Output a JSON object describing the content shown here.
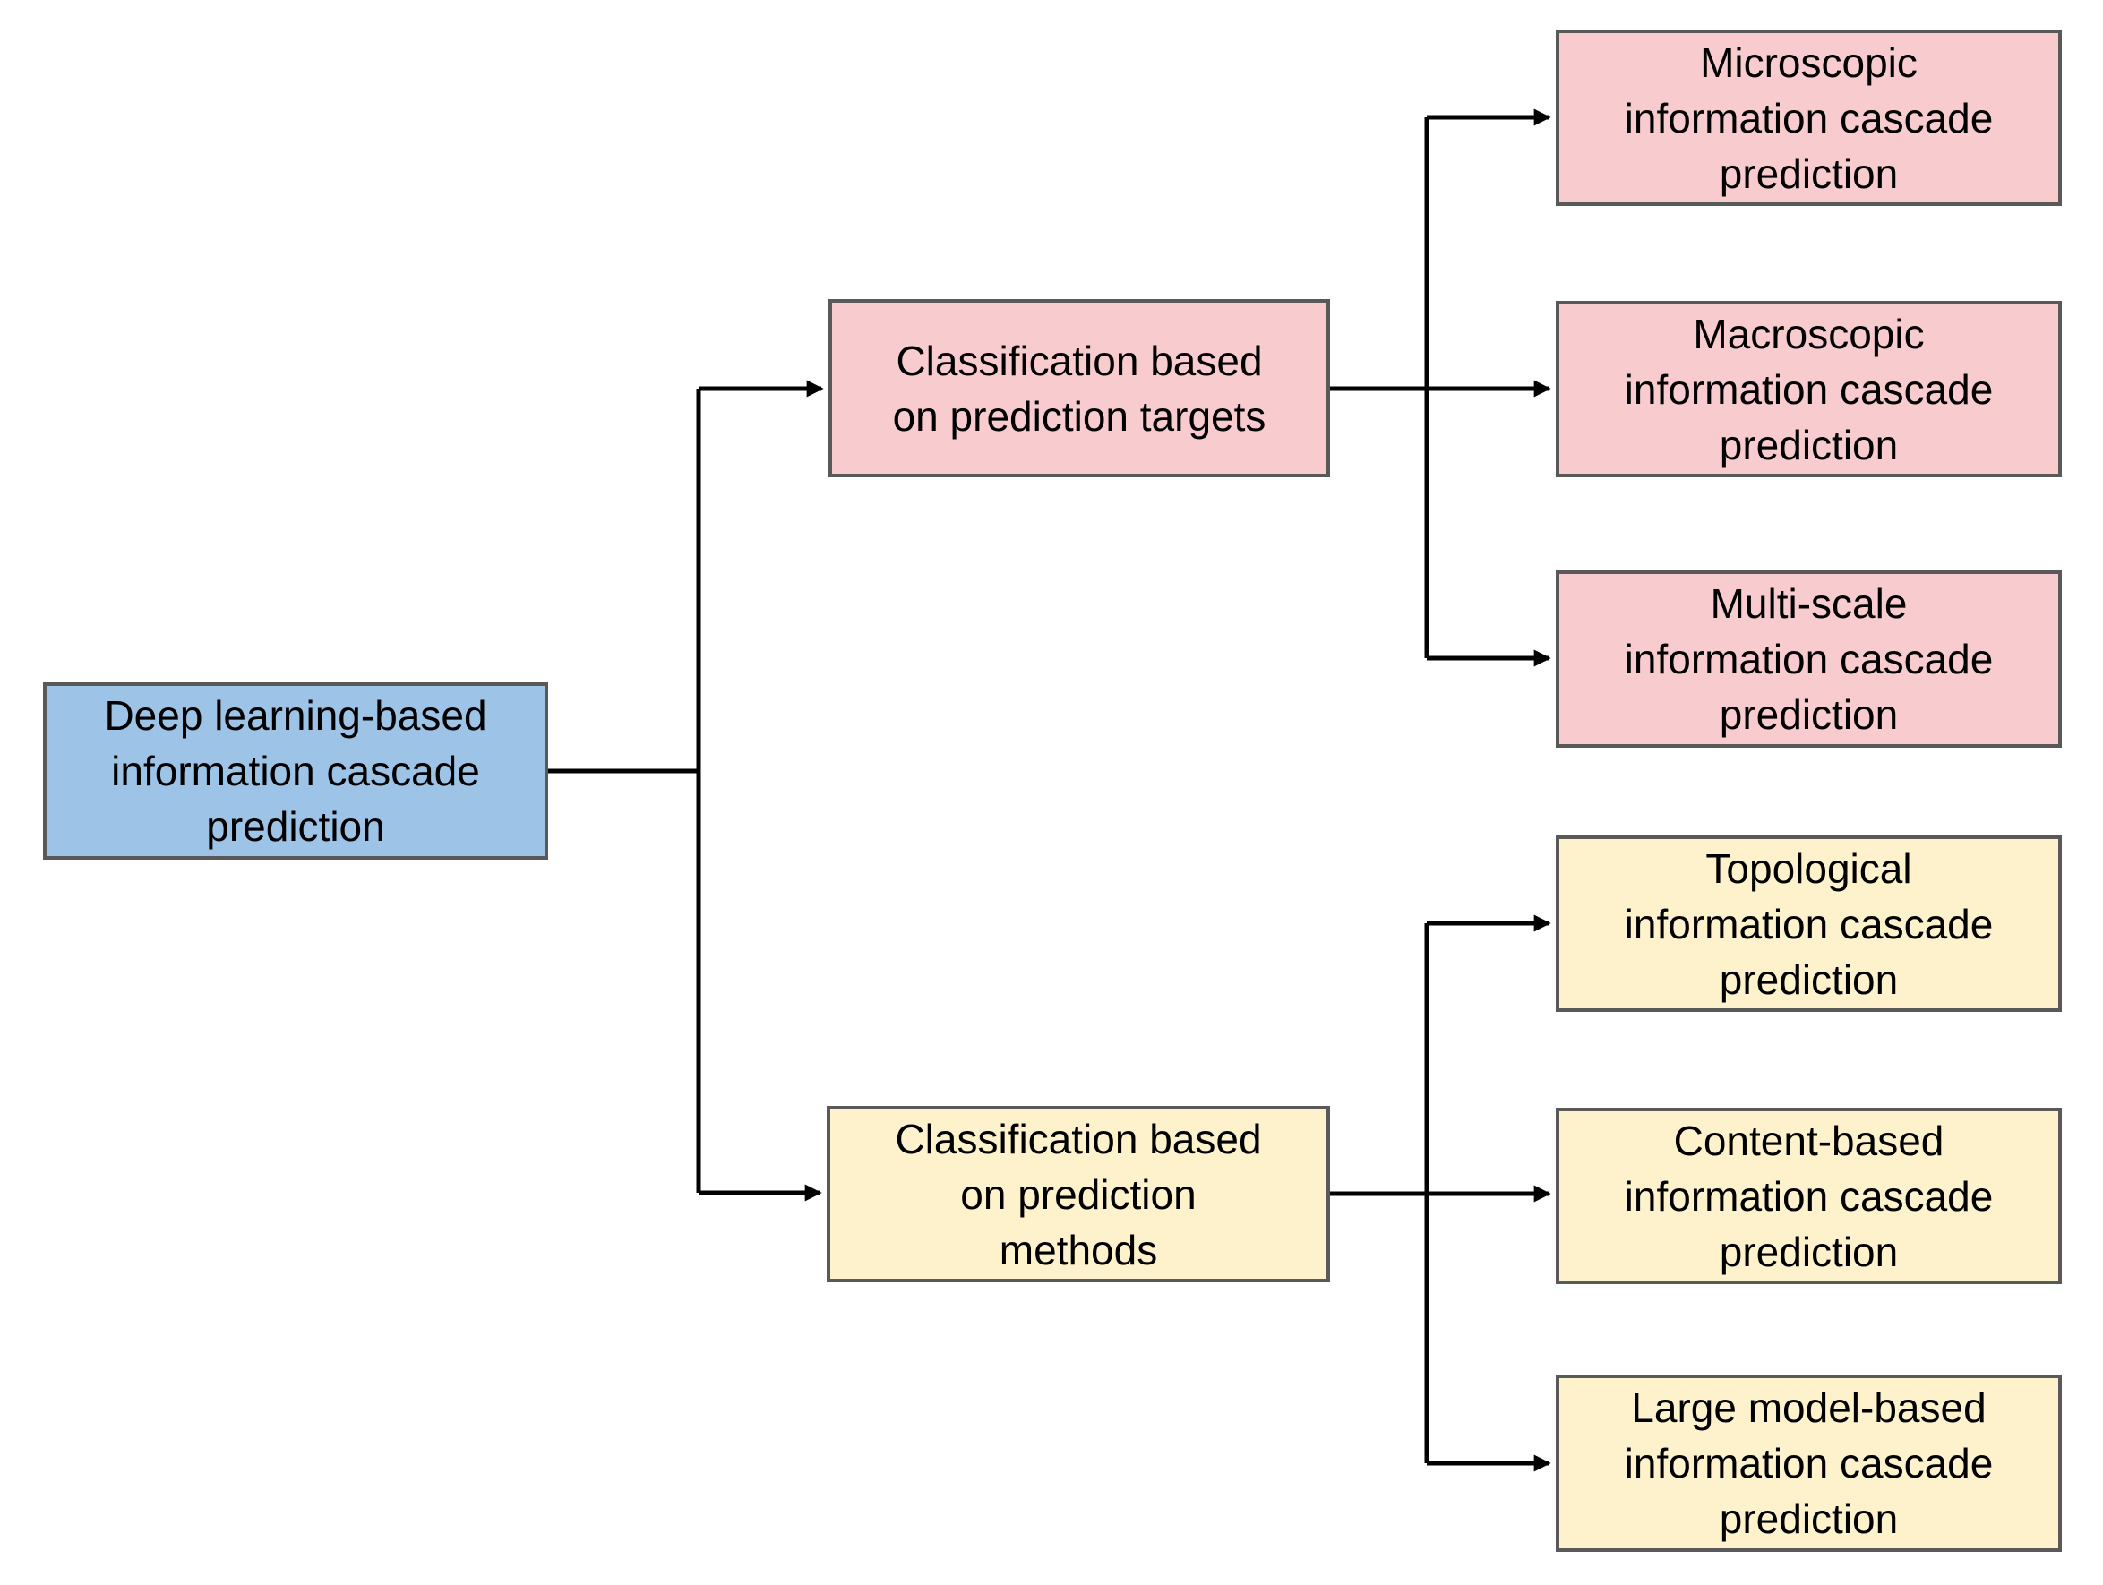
{
  "diagram": {
    "colors": {
      "root_fill": "#9DC3E6",
      "targets_fill": "#F8CCCE",
      "methods_fill": "#FDF2CC",
      "border": "#595959",
      "line": "#000000",
      "text": "#000000",
      "background": "#FFFFFF"
    },
    "root": {
      "label_lines": [
        "Deep learning-based",
        "information cascade",
        "prediction"
      ],
      "fill": "#9DC3E6"
    },
    "branches": [
      {
        "id": "targets",
        "label_lines": [
          "Classification based",
          "on prediction targets"
        ],
        "fill": "#F8CCCE",
        "children": [
          {
            "label_lines": [
              "Microscopic",
              "information cascade",
              "prediction"
            ],
            "fill": "#F8CCCE"
          },
          {
            "label_lines": [
              "Macroscopic",
              "information cascade",
              "prediction"
            ],
            "fill": "#F8CCCE"
          },
          {
            "label_lines": [
              "Multi-scale",
              "information cascade",
              "prediction"
            ],
            "fill": "#F8CCCE"
          }
        ]
      },
      {
        "id": "methods",
        "label_lines": [
          "Classification based",
          "on prediction",
          "methods"
        ],
        "fill": "#FDF2CC",
        "children": [
          {
            "label_lines": [
              "Topological",
              "information cascade",
              "prediction"
            ],
            "fill": "#FDF2CC"
          },
          {
            "label_lines": [
              "Content-based",
              "information cascade",
              "prediction"
            ],
            "fill": "#FDF2CC"
          },
          {
            "label_lines": [
              "Large model-based",
              "information cascade",
              "prediction"
            ],
            "fill": "#FDF2CC"
          }
        ]
      }
    ]
  }
}
